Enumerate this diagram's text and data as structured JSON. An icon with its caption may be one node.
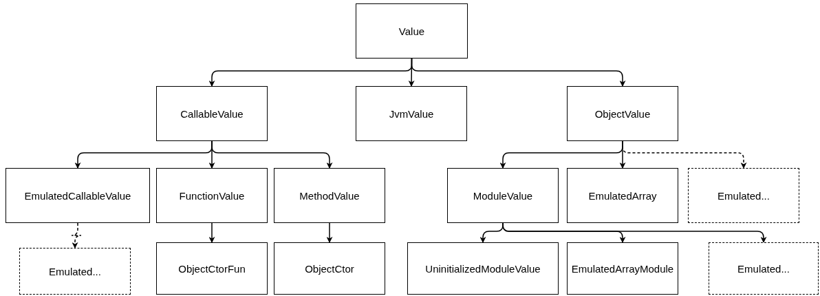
{
  "diagram": {
    "nodes": [
      {
        "text": [
          "Value"
        ]
      },
      {
        "text": [
          "CallableValue"
        ]
      },
      {
        "text": [
          "JvmValue"
        ]
      },
      {
        "text": [
          "ObjectValue"
        ]
      },
      {
        "text": [
          "EmulatedCallableValue"
        ]
      },
      {
        "text": [
          "FunctionValue"
        ]
      },
      {
        "text": [
          "MethodValue"
        ]
      },
      {
        "text": [
          "ModuleValue"
        ]
      },
      {
        "text": [
          "EmulatedArray"
        ]
      },
      {
        "text": [
          "Emulated..."
        ]
      },
      {
        "text": [
          "Emulated..."
        ]
      },
      {
        "text": [
          "ObjectCtorFun"
        ]
      },
      {
        "text": [
          "ObjectCtor"
        ]
      },
      {
        "text": [
          "UninitializedModuleValue"
        ]
      },
      {
        "text": [
          "EmulatedArrayModule"
        ]
      },
      {
        "text": [
          "Emulated..."
        ]
      }
    ],
    "edges": [
      {
        "from": 0,
        "to": 1,
        "arrow": "to"
      },
      {
        "from": 0,
        "to": 2,
        "arrow": "to"
      },
      {
        "from": 0,
        "to": 3,
        "arrow": "to"
      },
      {
        "from": 1,
        "to": 4,
        "arrow": "to"
      },
      {
        "from": 1,
        "to": 5,
        "arrow": "to"
      },
      {
        "from": 1,
        "to": 6,
        "arrow": "to"
      },
      {
        "from": 3,
        "to": 7,
        "arrow": "to"
      },
      {
        "from": 3,
        "to": 8,
        "arrow": "to"
      },
      {
        "from": 3,
        "to": 9,
        "arrow": "to",
        "style": "dashed"
      },
      {
        "from": 4,
        "to": 10,
        "arrow": "to",
        "style": "dashed"
      },
      {
        "from": 5,
        "to": 11,
        "arrow": "to"
      },
      {
        "from": 6,
        "to": 12,
        "arrow": "to"
      },
      {
        "from": 7,
        "to": 13,
        "arrow": "to"
      },
      {
        "from": 7,
        "to": 14,
        "arrow": "to"
      },
      {
        "from": 7,
        "to": 15,
        "arrow": "to"
      }
    ]
  }
}
